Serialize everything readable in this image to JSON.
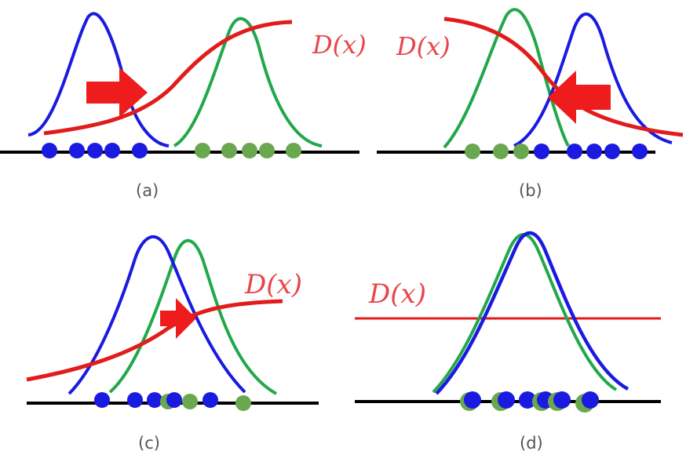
{
  "panels": [
    {
      "id": "a",
      "caption": "(a)",
      "discriminator_label": "D(x)"
    },
    {
      "id": "b",
      "caption": "(b)",
      "discriminator_label": "D(x)"
    },
    {
      "id": "c",
      "caption": "(c)",
      "discriminator_label": "D(x)"
    },
    {
      "id": "d",
      "caption": "(d)",
      "discriminator_label": "D(x)"
    }
  ],
  "colors": {
    "generated": "#1a1ae0",
    "real": "#22a84a",
    "real_sample": "#6aa84f",
    "discriminator": "#e21b1b",
    "axis": "#000000"
  }
}
